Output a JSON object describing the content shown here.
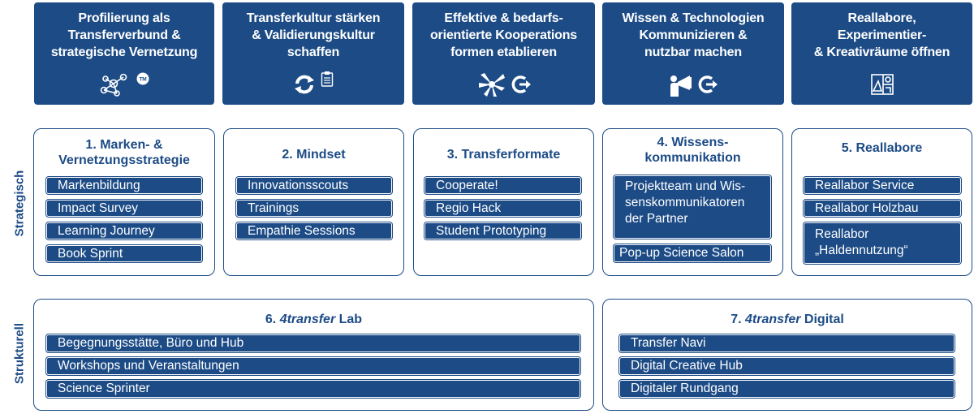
{
  "goals": [
    {
      "title": "Profilierung als\nTransferverbund &\nstrategische Vernetzung",
      "icons": [
        "network-icon",
        "trademark-icon"
      ]
    },
    {
      "title": "Transferkultur stärken\n& Validierungskultur\nschaffen",
      "icons": [
        "refresh-icon",
        "clipboard-icon"
      ]
    },
    {
      "title": "Effektive & bedarfs-\norientierte Kooperations\nformen etablieren",
      "icons": [
        "hands-together-icon",
        "arrow-circle-icon"
      ]
    },
    {
      "title": "Wissen & Technologien\nKommunizieren &\nnutzbar machen",
      "icons": [
        "megaphone-person-icon",
        "arrow-circle-icon"
      ]
    },
    {
      "title": "Reallabore,\nExperimentier-\n& Kreativräume öffnen",
      "icons": [
        "lab-space-icon"
      ]
    }
  ],
  "row_labels": {
    "strategic": "Strategisch",
    "structural": "Strukturell"
  },
  "strategic_boxes": [
    {
      "heading": "1. Marken- &\nVernetzungsstrategie",
      "items": [
        "Markenbildung",
        "Impact Survey",
        "Learning Journey",
        "Book Sprint"
      ]
    },
    {
      "heading": "2. Mindset",
      "items": [
        "Innovationsscouts",
        "Trainings",
        "Empathie Sessions"
      ]
    },
    {
      "heading": "3. Transferformate",
      "items": [
        "Cooperate!",
        "Regio Hack",
        "Student Prototyping"
      ]
    },
    {
      "heading": "4. Wissens-\nkommunikation",
      "items": [
        "Projektteam und Wis-\nsenskommunikatoren\nder Partner",
        "Pop-up Science Salon"
      ]
    },
    {
      "heading": "5. Reallabore",
      "items": [
        "Reallabor Service",
        "Reallabor Holzbau",
        "Reallabor\n„Haldennutzung“"
      ]
    }
  ],
  "structural_boxes": [
    {
      "heading_prefix": "6. ",
      "heading_brand": "4transfer",
      "heading_suffix": " Lab",
      "items": [
        "Begegnungsstätte, Büro und Hub",
        "Workshops und Veranstaltungen",
        "Science Sprinter"
      ]
    },
    {
      "heading_prefix": "7. ",
      "heading_brand": "4transfer",
      "heading_suffix": " Digital",
      "items": [
        "Transfer Navi",
        "Digital Creative Hub",
        "Digitaler Rundgang"
      ]
    }
  ],
  "colors": {
    "primary": "#1c4b86",
    "background": "#ffffff",
    "text_on_primary": "#ffffff"
  }
}
